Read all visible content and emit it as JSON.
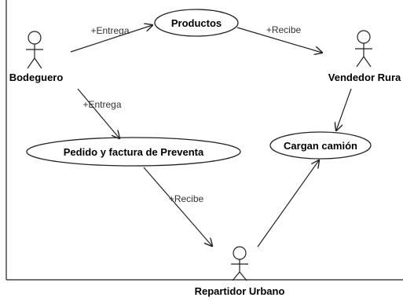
{
  "actors": {
    "bodeguero": "Bodeguero",
    "vendedor": "Vendedor Rura",
    "repartidor": "Repartidor Urbano"
  },
  "use_cases": {
    "productos": "Productos",
    "pedido": "Pedido y factura de Preventa",
    "cargan": "Cargan camión"
  },
  "edges": {
    "bodeguero_productos": "+Entrega",
    "productos_vendedor": "+Recibe",
    "bodeguero_pedido": "+Entrega",
    "pedido_repartidor": "+Recibe"
  }
}
